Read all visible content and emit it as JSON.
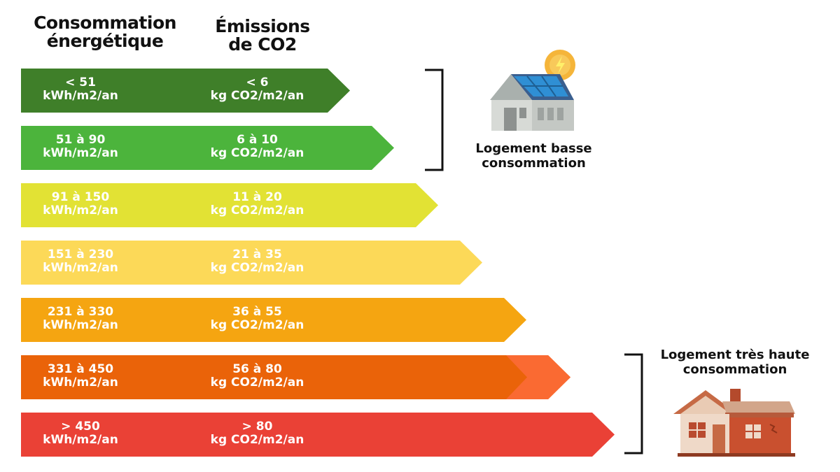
{
  "headers": {
    "energy": [
      "Consommation",
      "énergétique"
    ],
    "co2": [
      "Émissions",
      "de CO2"
    ]
  },
  "bands": [
    {
      "energy": [
        "< 51",
        "kWh/m2/an"
      ],
      "co2": [
        "< 6",
        "kg CO2/m2/an"
      ],
      "color": "#3f7f29"
    },
    {
      "energy": [
        "51 à 90",
        "kWh/m2/an"
      ],
      "co2": [
        "6 à 10",
        "kg CO2/m2/an"
      ],
      "color": "#4cb43c"
    },
    {
      "energy": [
        "91 à 150",
        "kWh/m2/an"
      ],
      "co2": [
        "11 à 20",
        "kg CO2/m2/an"
      ],
      "color": "#e2e234"
    },
    {
      "energy": [
        "151 à 230",
        "kWh/m2/an"
      ],
      "co2": [
        "21 à 35",
        "kg CO2/m2/an"
      ],
      "color": "#fcd958"
    },
    {
      "energy": [
        "231 à 330",
        "kWh/m2/an"
      ],
      "co2": [
        "36 à 55",
        "kg CO2/m2/an"
      ],
      "color": "#f5a511"
    },
    {
      "energy": [
        "331 à 450",
        "kWh/m2/an"
      ],
      "co2": [
        "56 à 80",
        "kg CO2/m2/an"
      ],
      "color": "#ea6309",
      "tip_color": "#fa6a32"
    },
    {
      "energy": [
        "> 450",
        "kWh/m2/an"
      ],
      "co2": [
        "> 80",
        "kg CO2/m2/an"
      ],
      "color": "#ea4136"
    }
  ],
  "groups": {
    "low": [
      "Logement basse",
      "consommation"
    ],
    "high": [
      "Logement très haute",
      "consommation"
    ]
  },
  "icons": {
    "low": "solar-house-icon",
    "high": "old-brick-house-icon"
  }
}
